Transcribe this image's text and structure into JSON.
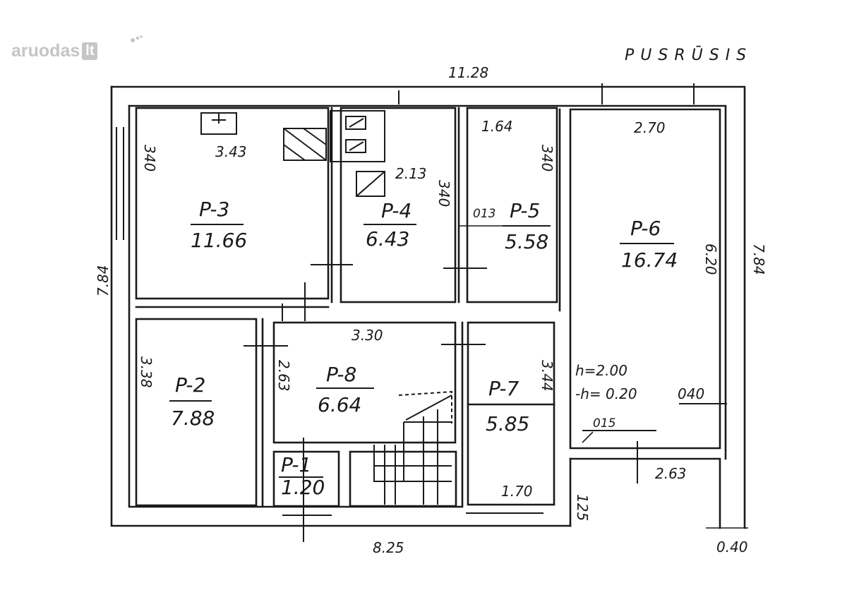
{
  "watermark": {
    "brand": "aruodas",
    "tld": "lt"
  },
  "title": "PUSRŪSIS",
  "rooms": [
    {
      "label": "P-1",
      "area": "1.20"
    },
    {
      "label": "P-2",
      "area": "7.88"
    },
    {
      "label": "P-3",
      "area": "11.66"
    },
    {
      "label": "P-4",
      "area": "6.43"
    },
    {
      "label": "P-5",
      "area": "5.58"
    },
    {
      "label": "P-6",
      "area": "16.74"
    },
    {
      "label": "P-7",
      "area": "5.85"
    },
    {
      "label": "P-8",
      "area": "6.64"
    }
  ],
  "dimensions": {
    "top_total": "11.28",
    "bottom_total": "8.25",
    "left_height": "7.84",
    "right_height": "7.84",
    "p3_width": "3.43",
    "p3_height": "340",
    "p4_width": "2.13",
    "p4_height": "340",
    "p5_width": "1.64",
    "p5_height": "340",
    "p5_wall": "013",
    "p6_width": "2.70",
    "p6_height": "6.20",
    "p6_wall": "040",
    "p6_bottom": "2.63",
    "p6_h": "h=2.00",
    "p6_minus_h": "-h= 0.20",
    "p6_step": "015",
    "p8_width": "3.30",
    "p8_height": "2.63",
    "p2_height": "3.38",
    "p7_height": "3.44",
    "p7_width": "1.70",
    "corner_125": "125",
    "corner_040": "0.40"
  }
}
